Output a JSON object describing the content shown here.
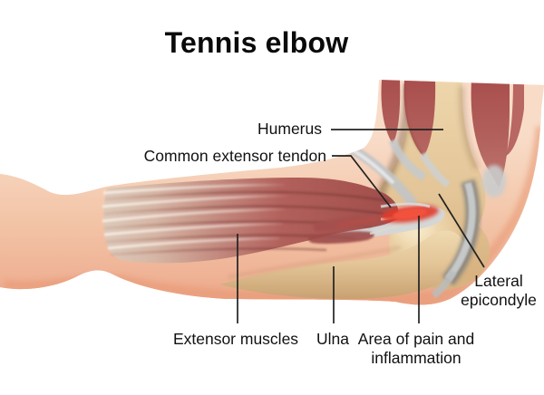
{
  "title": "Tennis elbow",
  "labels": {
    "humerus": "Humerus",
    "common_extensor_tendon": "Common extensor tendon",
    "lateral_epicondyle_line1": "Lateral",
    "lateral_epicondyle_line2": "epicondyle",
    "extensor_muscles": "Extensor muscles",
    "ulna": "Ulna",
    "area_of_pain_line1": "Area of pain and",
    "area_of_pain_line2": "inflammation"
  },
  "colors": {
    "background": "#ffffff",
    "text": "#111111",
    "leader": "#222222",
    "skin-light": "#f8dcc8",
    "skin": "#f3c6a9",
    "skin-deep": "#efb295",
    "skin-rim": "#e89a77",
    "muscle": "#b2605b",
    "muscle-dark": "#8c4240",
    "muscle-pale": "#d6b6a5",
    "bone-light": "#f1dcb4",
    "bone": "#e3c597",
    "bone-dark": "#c79f6f",
    "tendon-gray": "#c2c5c7",
    "tendon-light": "#e9ebec",
    "tendon-dark": "#74787b",
    "inflammation": "#e23a2a",
    "inflammation-core": "#f4523c"
  }
}
